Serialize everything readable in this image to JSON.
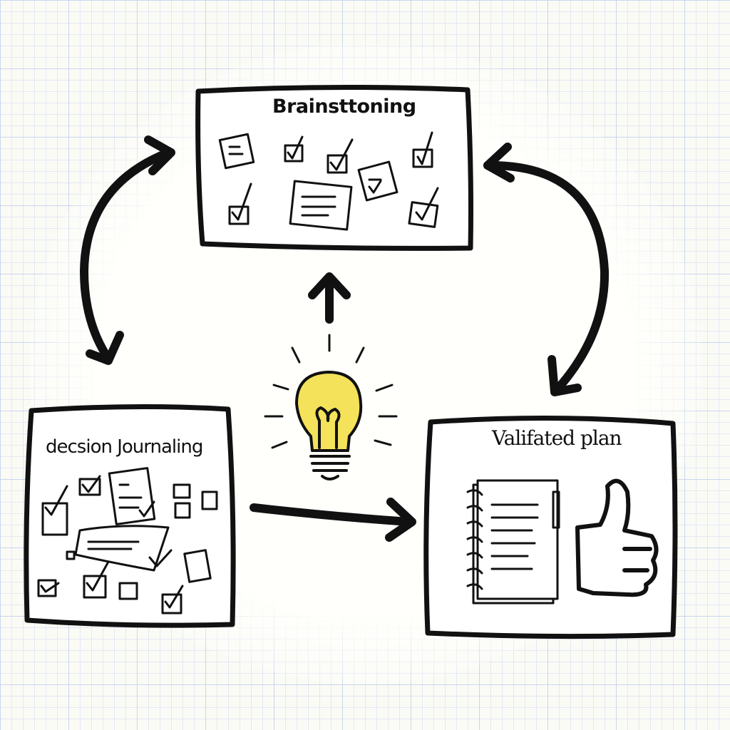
{
  "nodes": {
    "brainstorming": {
      "label": "Brainsttoning"
    },
    "journaling": {
      "label": "decsion Journaling"
    },
    "plan": {
      "label": "Valifated plan"
    }
  },
  "center_icon": "lightbulb-icon",
  "colors": {
    "stroke": "#111111",
    "bulb": "#f3e25a",
    "grid": "#c9d6ec"
  }
}
